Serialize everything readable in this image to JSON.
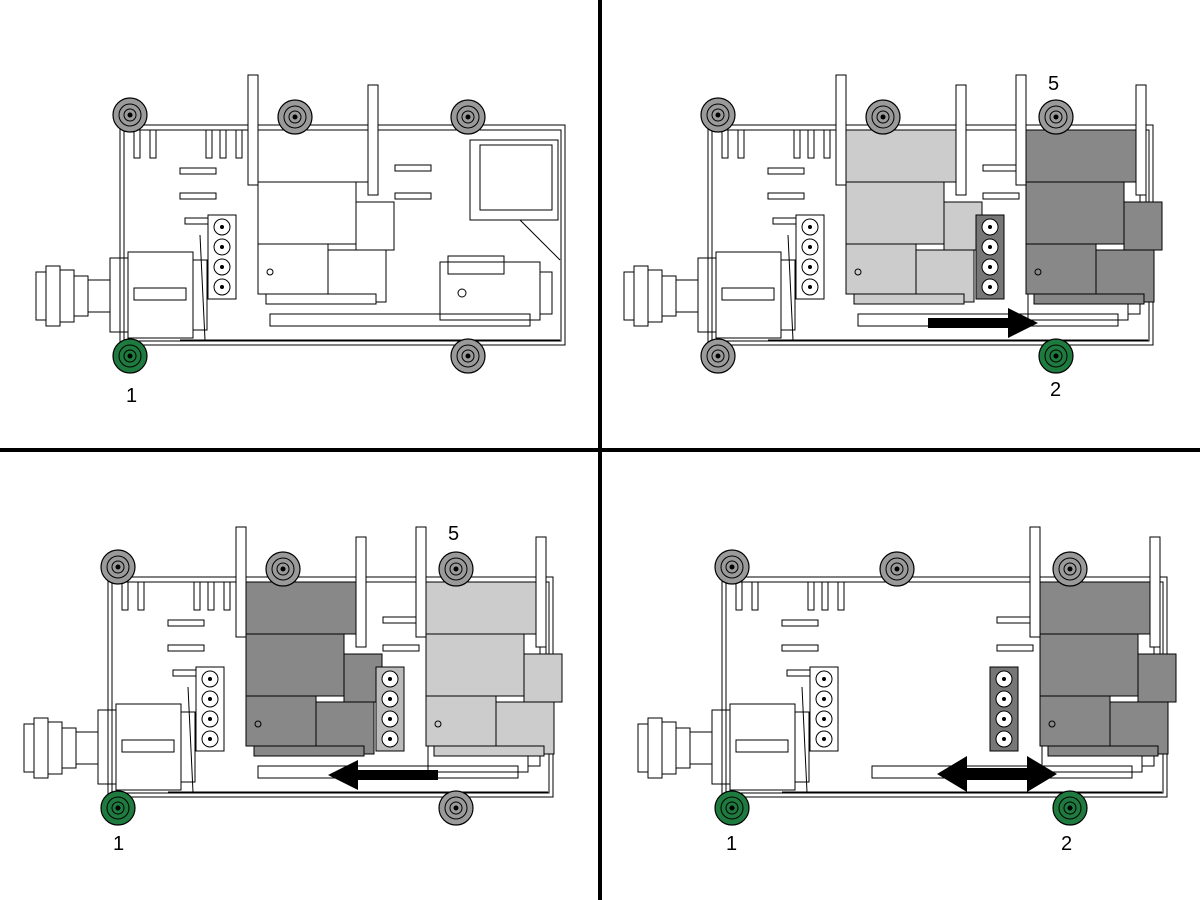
{
  "colors": {
    "line": "#000000",
    "carriage_light": "#cccccc",
    "carriage_dark": "#888888",
    "wheel_inactive": "#9a9a9a",
    "wheel_active": "#1e7a3e",
    "background": "#ffffff"
  },
  "icons": [
    "caster-wheel-icon",
    "arrow-right-icon",
    "arrow-left-icon",
    "double-arrow-icon"
  ],
  "panels": [
    {
      "id": "top-left",
      "callouts": {
        "wheel_front_left": "1"
      },
      "active_wheels": [
        "front-left"
      ],
      "carriages": [
        {
          "slot": "left",
          "tone": "white"
        }
      ],
      "arrow": "none"
    },
    {
      "id": "top-right",
      "callouts": {
        "wheel_rear_right": "5",
        "wheel_front_right": "2"
      },
      "active_wheels": [
        "front-right"
      ],
      "carriages": [
        {
          "slot": "left",
          "tone": "light"
        },
        {
          "slot": "right",
          "tone": "dark"
        }
      ],
      "arrow": "right"
    },
    {
      "id": "bottom-left",
      "callouts": {
        "wheel_rear_right": "5",
        "wheel_front_left": "1"
      },
      "active_wheels": [
        "front-left"
      ],
      "carriages": [
        {
          "slot": "left",
          "tone": "dark"
        },
        {
          "slot": "right",
          "tone": "light"
        }
      ],
      "arrow": "left"
    },
    {
      "id": "bottom-right",
      "callouts": {
        "wheel_front_left": "1",
        "wheel_front_right": "2"
      },
      "active_wheels": [
        "front-left",
        "front-right"
      ],
      "carriages": [
        {
          "slot": "right",
          "tone": "dark"
        }
      ],
      "arrow": "both"
    }
  ]
}
